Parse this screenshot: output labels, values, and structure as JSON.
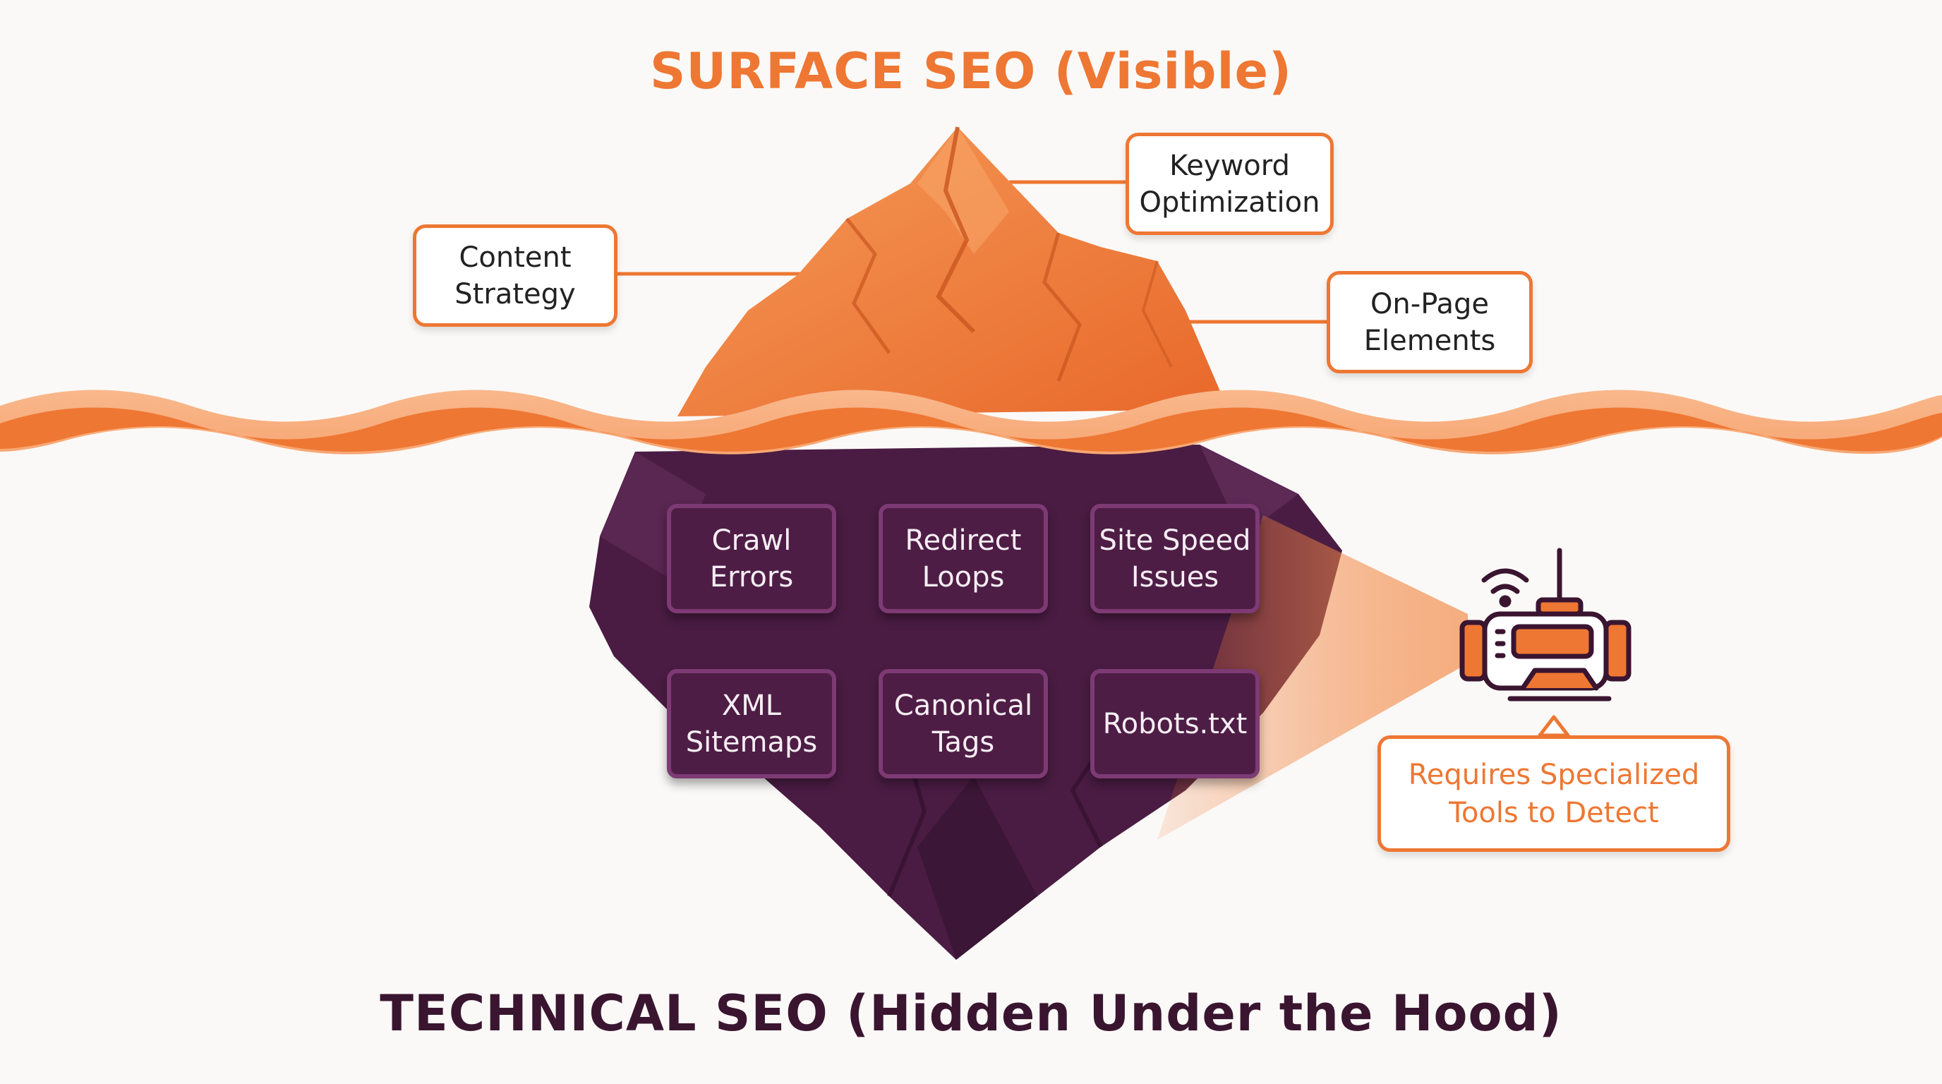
{
  "titles": {
    "surface": "SURFACE SEO (Visible)",
    "technical": "TECHNICAL SEO (Hidden Under the Hood)"
  },
  "surface_items": [
    {
      "label": "Content\nStrategy"
    },
    {
      "label": "Keyword\nOptimization"
    },
    {
      "label": "On-Page\nElements"
    }
  ],
  "technical_items": [
    {
      "label": "Crawl\nErrors"
    },
    {
      "label": "Redirect\nLoops"
    },
    {
      "label": "Site Speed\nIssues"
    },
    {
      "label": "XML\nSitemaps"
    },
    {
      "label": "Canonical\nTags"
    },
    {
      "label": "Robots.txt"
    }
  ],
  "detector": {
    "label": "Requires Specialized\nTools to Detect",
    "icon": "underwater-drone-icon"
  },
  "colors": {
    "accent_orange": "#ee7733",
    "deep_purple": "#4e1d45",
    "dark_title": "#3a1530",
    "background": "#fbf9f7"
  }
}
